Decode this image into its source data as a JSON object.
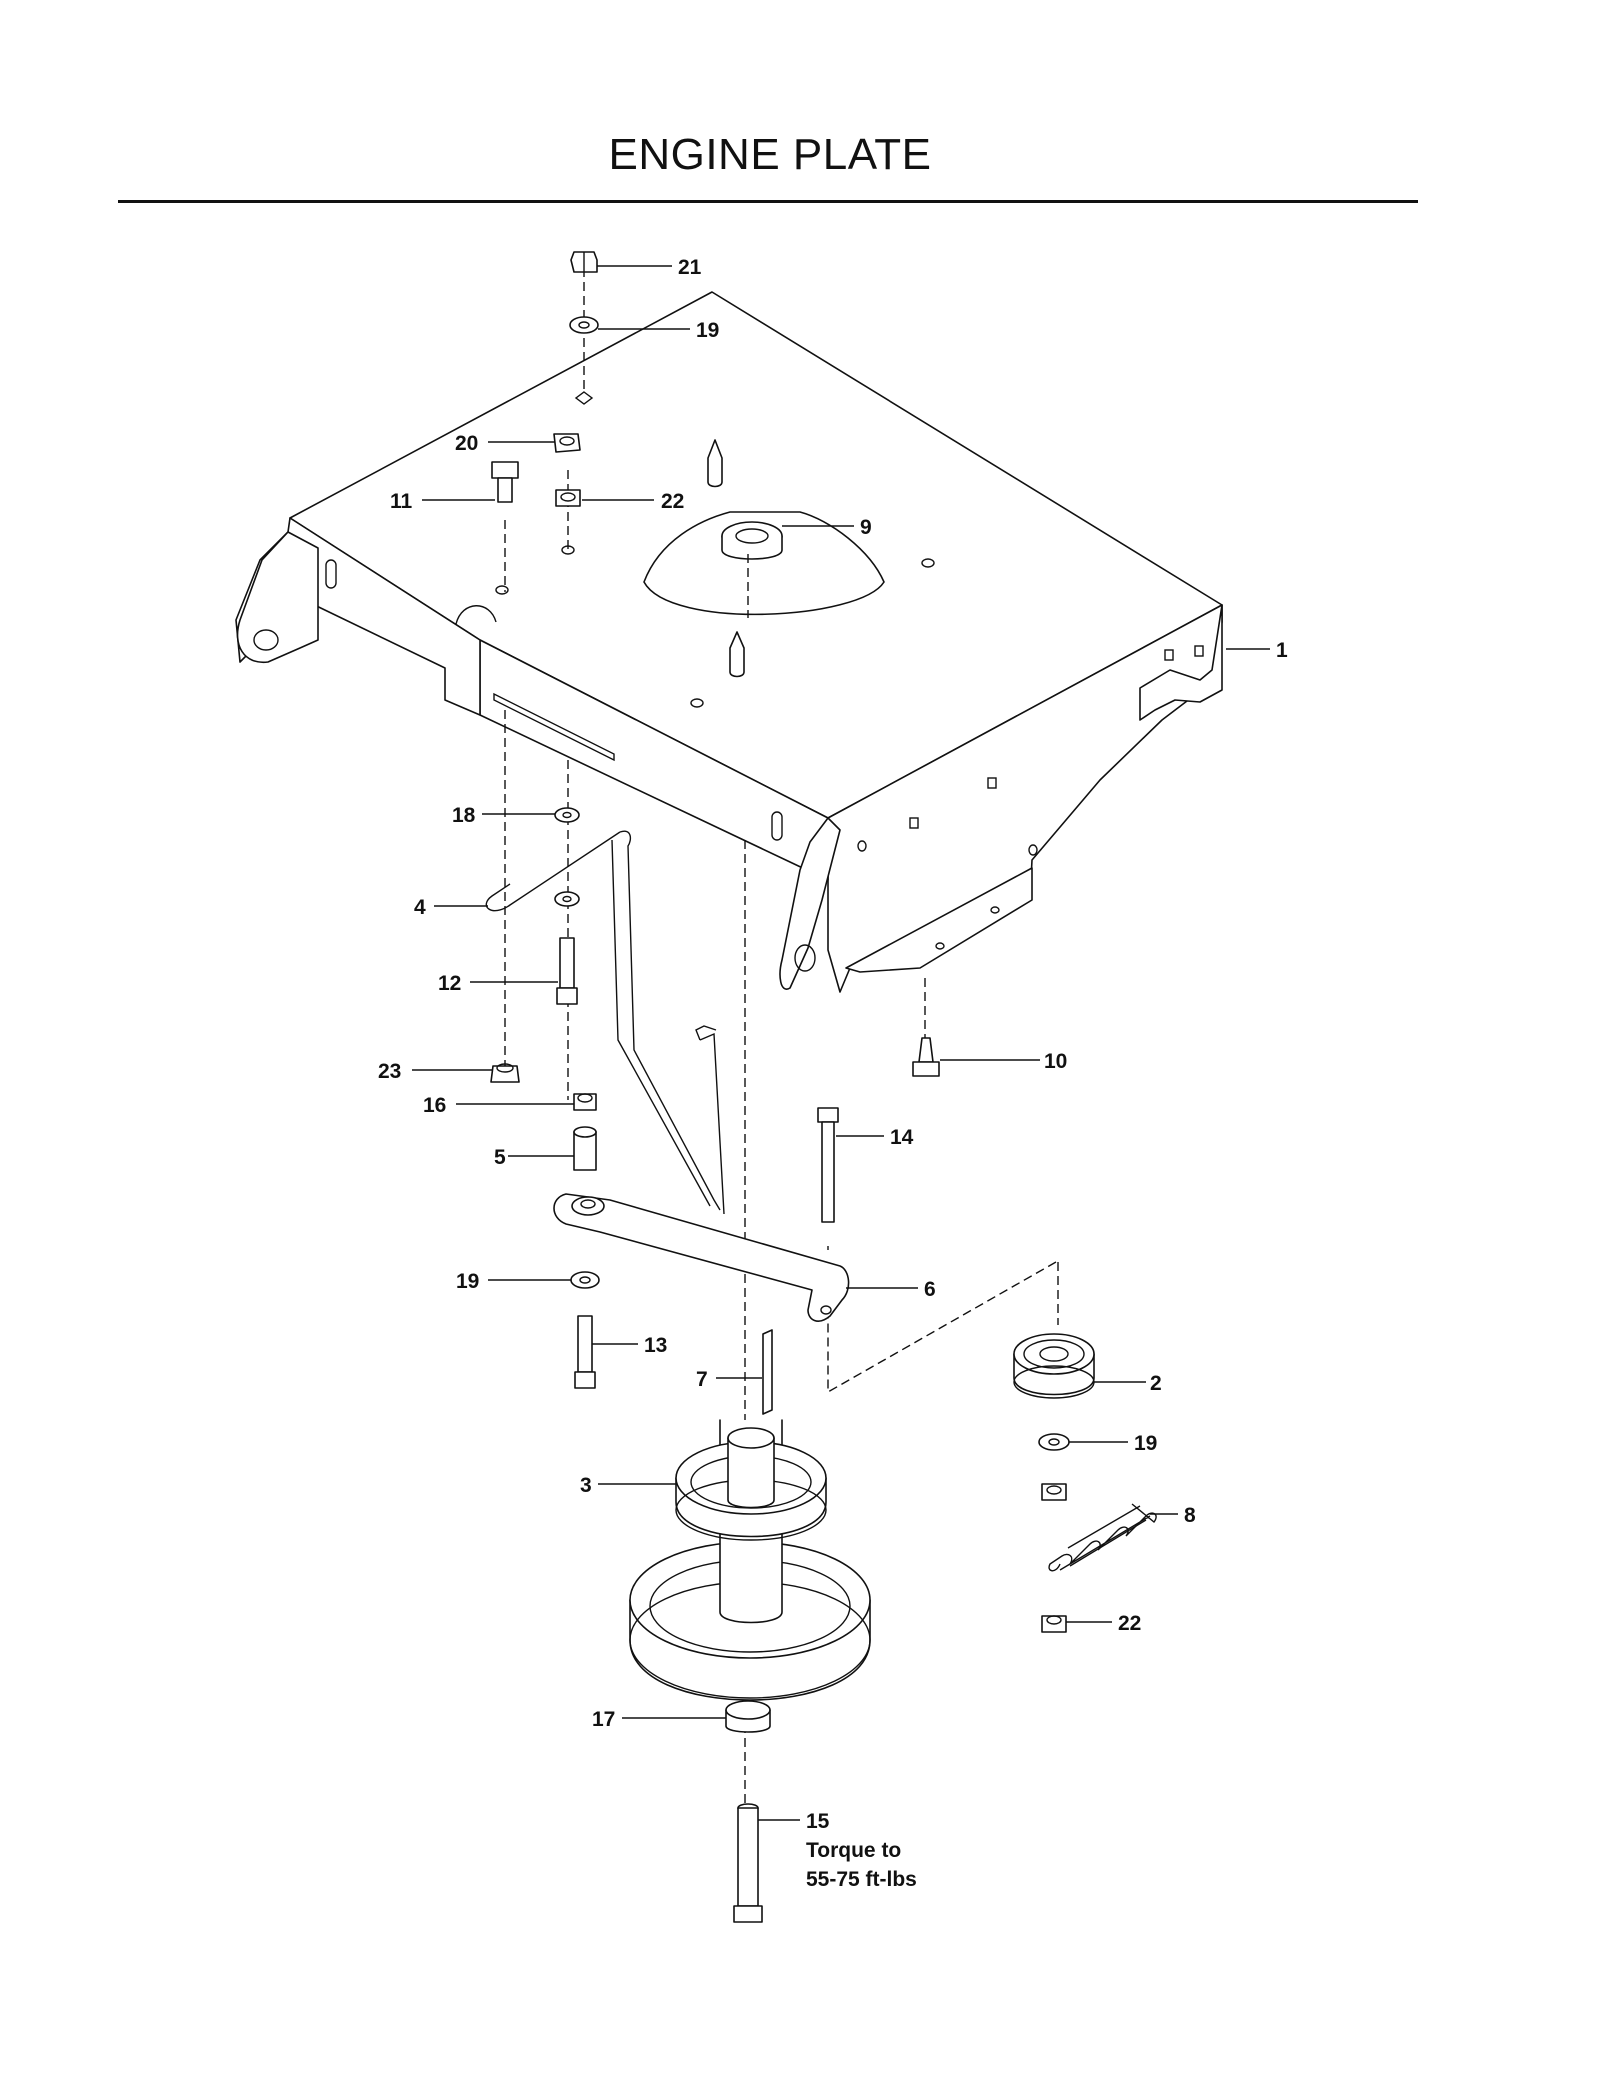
{
  "title": "ENGINE PLATE",
  "callouts": [
    {
      "label": "21"
    },
    {
      "label": "19"
    },
    {
      "label": "20"
    },
    {
      "label": "11"
    },
    {
      "label": "22"
    },
    {
      "label": "9"
    },
    {
      "label": "1"
    },
    {
      "label": "18"
    },
    {
      "label": "4"
    },
    {
      "label": "12"
    },
    {
      "label": "23"
    },
    {
      "label": "10"
    },
    {
      "label": "16"
    },
    {
      "label": "14"
    },
    {
      "label": "5"
    },
    {
      "label": "6"
    },
    {
      "label": "19"
    },
    {
      "label": "13"
    },
    {
      "label": "7"
    },
    {
      "label": "2"
    },
    {
      "label": "19"
    },
    {
      "label": "3"
    },
    {
      "label": "8"
    },
    {
      "label": "22"
    },
    {
      "label": "17"
    },
    {
      "label": "15"
    }
  ],
  "torque_note": {
    "line1": "Torque to",
    "line2": "55-75 ft-lbs"
  }
}
